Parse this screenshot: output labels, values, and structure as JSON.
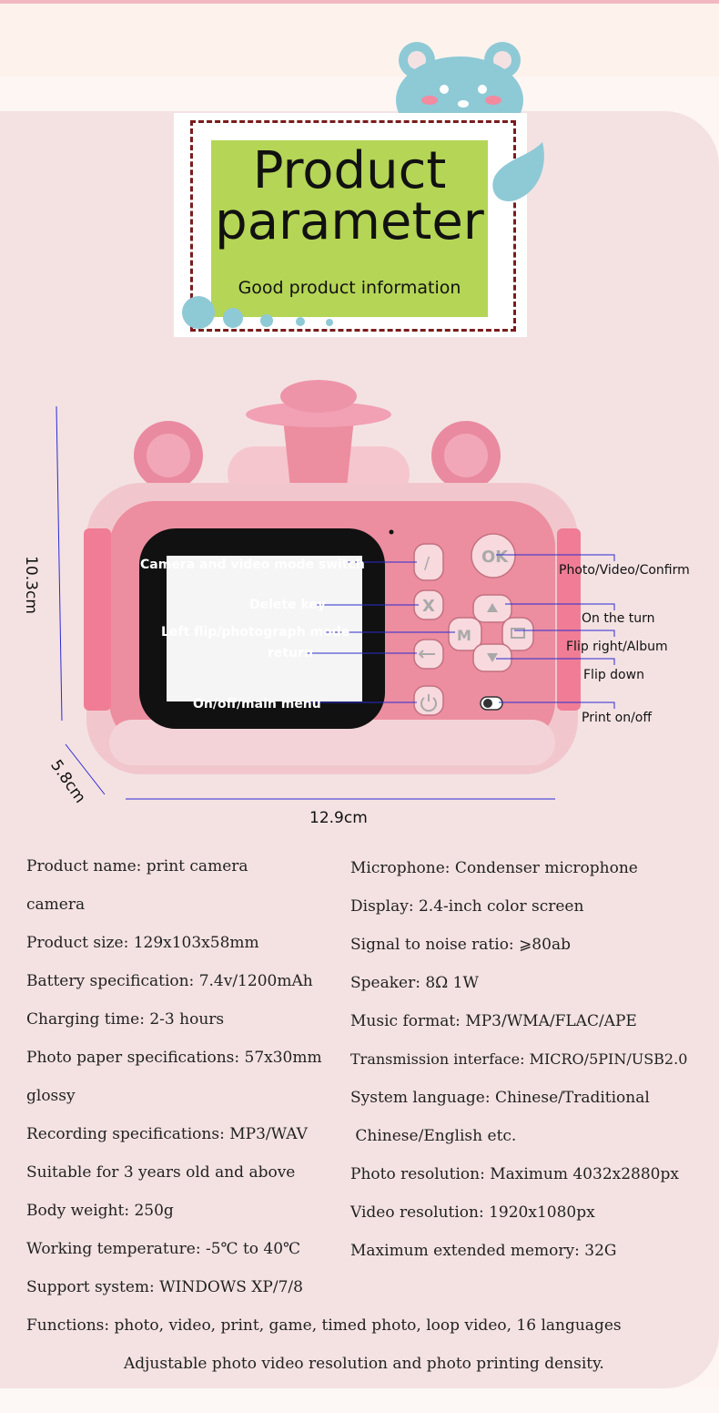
{
  "header": {
    "title_line1": "Product",
    "title_line2": "parameter",
    "subtitle": "Good product information"
  },
  "camera": {
    "labels": {
      "mode_switch": "Camera and video mode switch",
      "delete_key": "Delete key",
      "left_flip": "Left flip/photograph mode",
      "return": "return",
      "power_menu": "On/off/main menu",
      "photo_confirm": "Photo/Video/Confirm",
      "on_the_turn": "On the turn",
      "flip_right": "Flip right/Album",
      "flip_down": "Flip down",
      "print_onoff": "Print on/off"
    },
    "buttons": {
      "ok": "OK",
      "slash": "/",
      "x": "X",
      "m": "M"
    },
    "dimensions": {
      "height": "10.3cm",
      "depth": "5.8cm",
      "width": "12.9cm"
    }
  },
  "specs": {
    "left": [
      "Product name: print camera",
      "camera",
      "Product size: 129x103x58mm",
      "Battery specification: 7.4v/1200mAh",
      "Charging time: 2-3 hours",
      "Photo paper specifications: 57x30mm",
      "glossy",
      "Recording specifications: MP3/WAV",
      "Suitable for 3 years old and above",
      "Body weight: 250g",
      "Working temperature: -5℃ to 40℃",
      "Support system: WINDOWS XP/7/8"
    ],
    "right": [
      "Microphone: Condenser microphone",
      "Display: 2.4-inch color screen",
      "Signal to noise ratio: ⩾80ab",
      "Speaker: 8Ω 1W",
      "Music format: MP3/WMA/FLAC/APE",
      "Transmission interface: MICRO/5PIN/USB2.0",
      "System language: Chinese/Traditional",
      " Chinese/English etc.",
      "Photo resolution: Maximum 4032x2880px",
      "Video resolution: 1920x1080px",
      "Maximum extended memory: 32G"
    ],
    "functions": "Functions: photo, video, print, game, timed photo, loop video, 16 languages",
    "adjustable": "Adjustable photo video resolution and photo printing density."
  },
  "colors": {
    "accent_green": "#b5d556",
    "panel_pink": "#f4e2e3",
    "bear_blue": "#8ec9d6",
    "camera_pink": "#ec8ea0",
    "line_blue": "#2b2bd0"
  }
}
